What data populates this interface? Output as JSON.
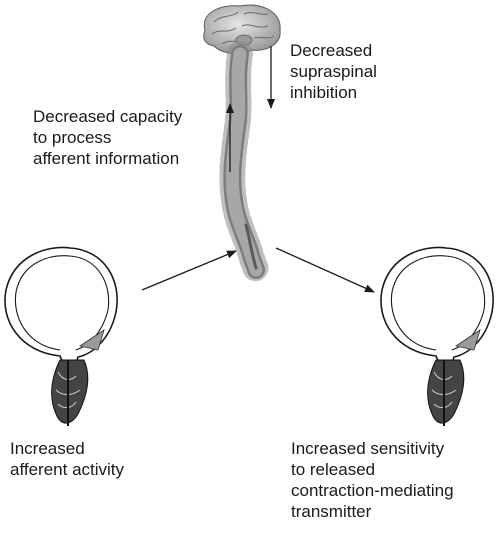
{
  "labels": {
    "supraspinal": "Decreased\nsupraspinal\ninhibition",
    "capacity": "Decreased capacity\nto process\nafferent information",
    "afferent": "Increased\nafferent activity",
    "sensitivity": "Increased sensitivity\nto released\ncontraction-mediating\ntransmitter"
  },
  "colors": {
    "line": "#1a1a1a",
    "spine_light": "#d9d9d9",
    "spine_mid": "#a8a8a8",
    "spine_dark": "#6e6e6e"
  },
  "icons": [
    "brain-spinal-cord-illustration",
    "bladder-illustration-left",
    "bladder-illustration-right"
  ]
}
